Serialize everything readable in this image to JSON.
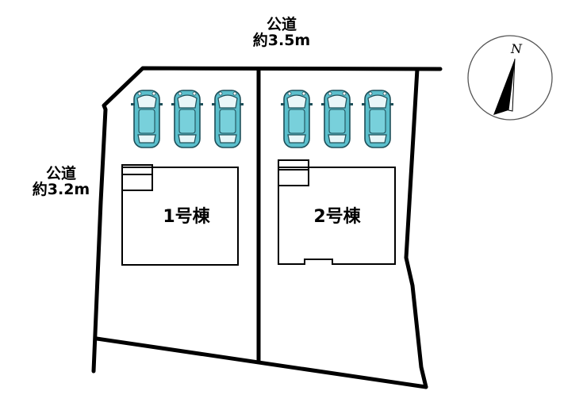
{
  "roads": {
    "top": {
      "label": "公道",
      "width": "約3.5m"
    },
    "left": {
      "label": "公道",
      "width": "約3.2m"
    }
  },
  "lots": [
    {
      "label": "1号棟",
      "parking_spaces": 3
    },
    {
      "label": "2号棟",
      "parking_spaces": 3
    }
  ],
  "compass": {
    "label": "N",
    "icon": "north-arrow-icon"
  },
  "colors": {
    "car": "#5bbfcc",
    "line": "#000000",
    "background": "#ffffff"
  }
}
